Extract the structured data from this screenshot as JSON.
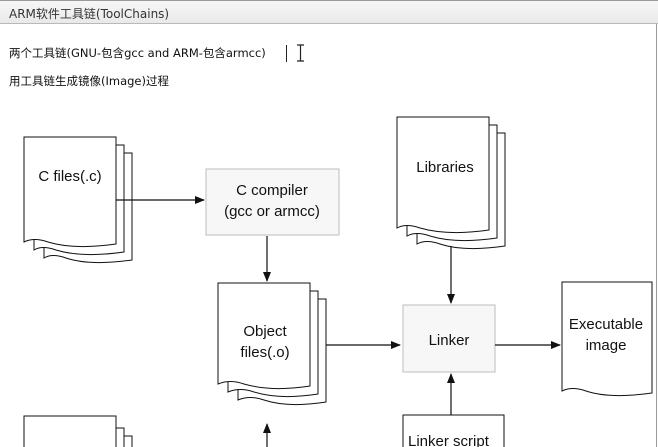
{
  "window": {
    "title": "ARM软件工具链(ToolChains)"
  },
  "document": {
    "line1": "两个工具链(GNU-包含gcc and ARM-包含armcc)",
    "line2": "用工具链生成镜像(Image)过程"
  },
  "diagram": {
    "c_files": "C files(.c)",
    "compiler_line1": "C compiler",
    "compiler_line2": "(gcc or armcc)",
    "object_line1": "Object",
    "object_line2": "files(.o)",
    "libraries": "Libraries",
    "linker": "Linker",
    "executable_line1": "Executable",
    "executable_line2": "image",
    "linker_script_partial": "Linker script"
  },
  "icons": {
    "ibeam": "text-cursor-icon"
  }
}
